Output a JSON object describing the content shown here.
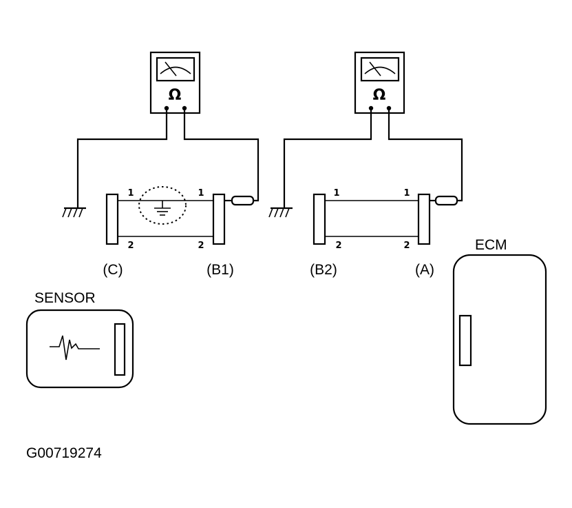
{
  "meter_left": {
    "unit_symbol": "Ω"
  },
  "meter_right": {
    "unit_symbol": "Ω"
  },
  "harness_left": {
    "left_connector_label": "(C)",
    "right_connector_label": "(B1)",
    "pin_top_left": "1",
    "pin_top_right": "1",
    "pin_bottom_left": "2",
    "pin_bottom_right": "2"
  },
  "harness_right": {
    "left_connector_label": "(B2)",
    "right_connector_label": "(A)",
    "pin_top_left": "1",
    "pin_top_right": "1",
    "pin_bottom_left": "2",
    "pin_bottom_right": "2"
  },
  "sensor": {
    "label": "SENSOR"
  },
  "ecm": {
    "label": "ECM"
  },
  "figure_code": "G00719274"
}
